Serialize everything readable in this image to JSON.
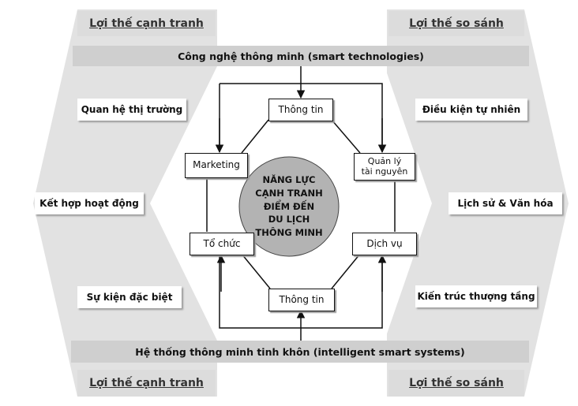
{
  "corners": {
    "top_left": "Lợi thế cạnh tranh",
    "top_right": "Lợi thế so sánh",
    "bottom_left": "Lợi thế cạnh tranh",
    "bottom_right": "Lợi thế so sánh"
  },
  "bars": {
    "top": "Công nghệ thông minh (smart technologies)",
    "bottom": "Hệ thống thông minh tinh khôn (intelligent smart systems)"
  },
  "left_factors": [
    "Quan hệ thị trường",
    "Kết hợp hoạt động",
    "Sự kiện đặc biệt"
  ],
  "right_factors": [
    "Điều kiện tự nhiên",
    "Lịch sử & Văn hóa",
    "Kiến trúc thượng tầng"
  ],
  "nodes": {
    "top_info": "Thông tin",
    "marketing": "Marketing",
    "resource_line1": "Quản lý",
    "resource_line2": "tài nguyên",
    "organization": "Tổ chức",
    "service": "Dịch vụ",
    "bottom_info": "Thông tin"
  },
  "center": {
    "line1": "NĂNG LỰC",
    "line2": "CẠNH TRANH",
    "line3": "ĐIỂM ĐẾN",
    "line4": "DU LỊCH",
    "line5": "THÔNG MINH"
  }
}
